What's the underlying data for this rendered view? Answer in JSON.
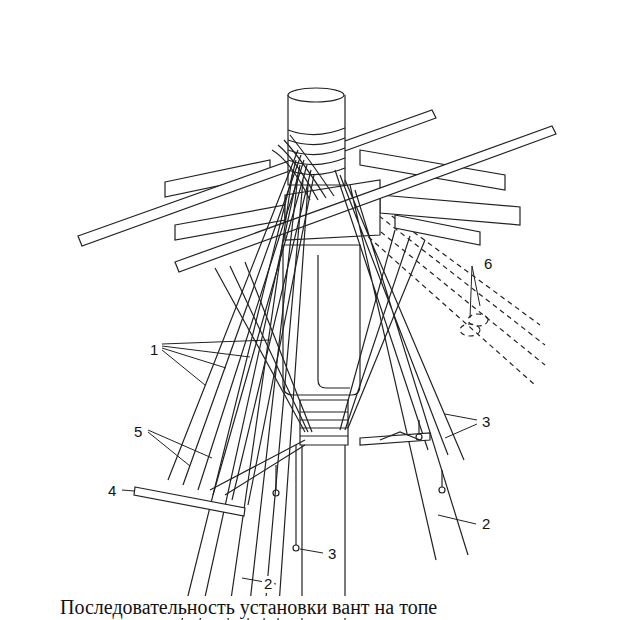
{
  "diagram": {
    "caption": "Последовательность установки вант на топе",
    "labels": [
      "6",
      "1",
      "3",
      "5",
      "4",
      "2",
      "3",
      "2"
    ]
  }
}
